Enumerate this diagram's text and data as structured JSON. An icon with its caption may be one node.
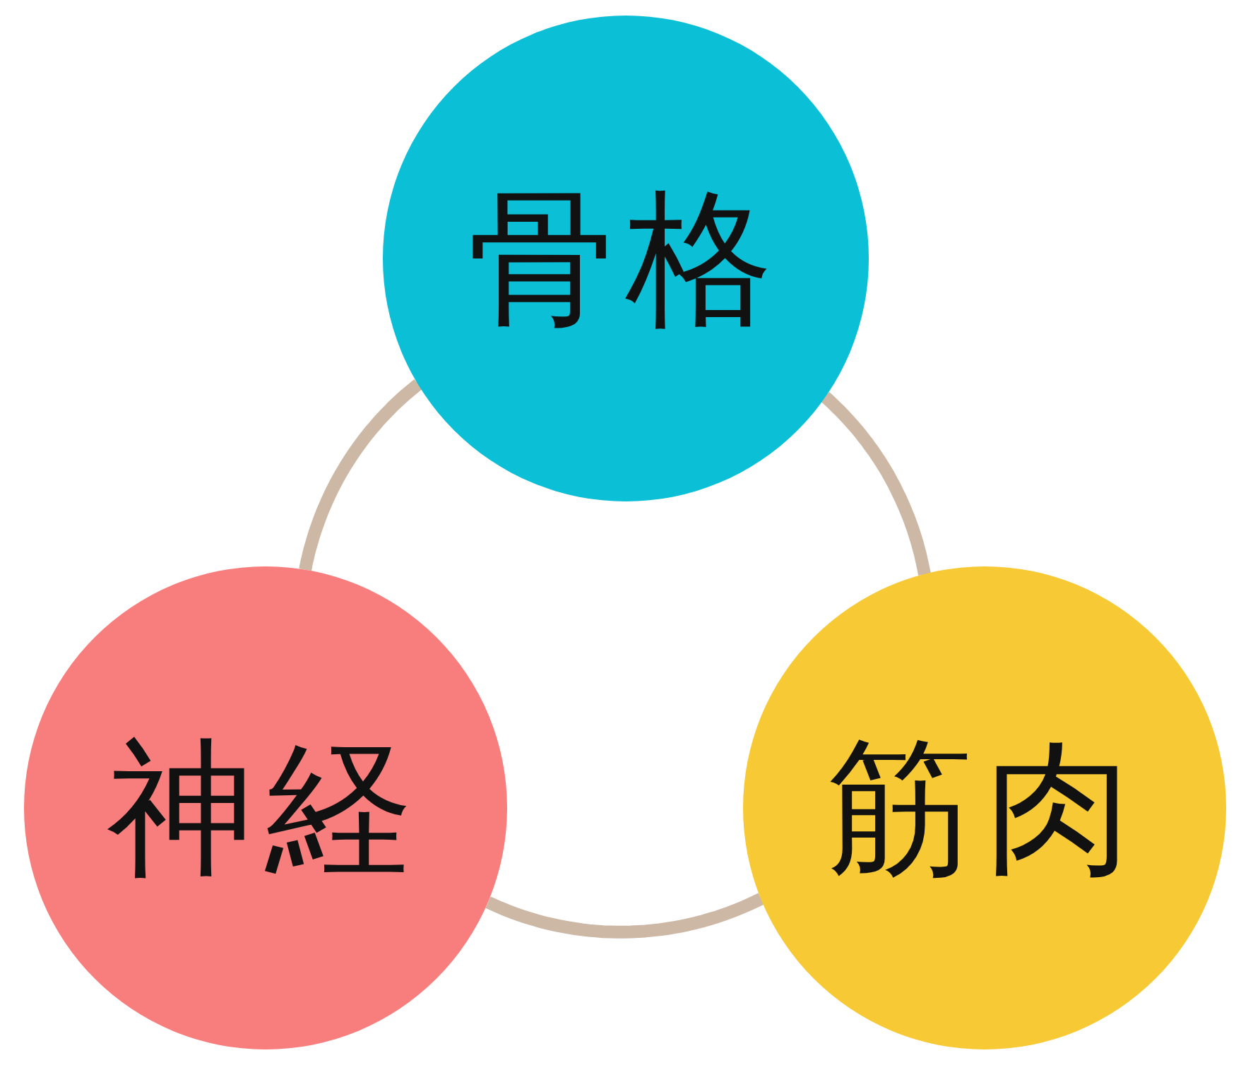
{
  "diagram": {
    "nodes": [
      {
        "text": [
          "骨格"
        ]
      },
      {
        "text": [
          "神経"
        ]
      },
      {
        "text": [
          "筋肉"
        ]
      }
    ],
    "edges": [
      {
        "from": 0,
        "to": 1,
        "arrow": "none"
      },
      {
        "from": 0,
        "to": 2,
        "arrow": "none"
      },
      {
        "from": 1,
        "to": 2,
        "arrow": "none"
      }
    ]
  }
}
